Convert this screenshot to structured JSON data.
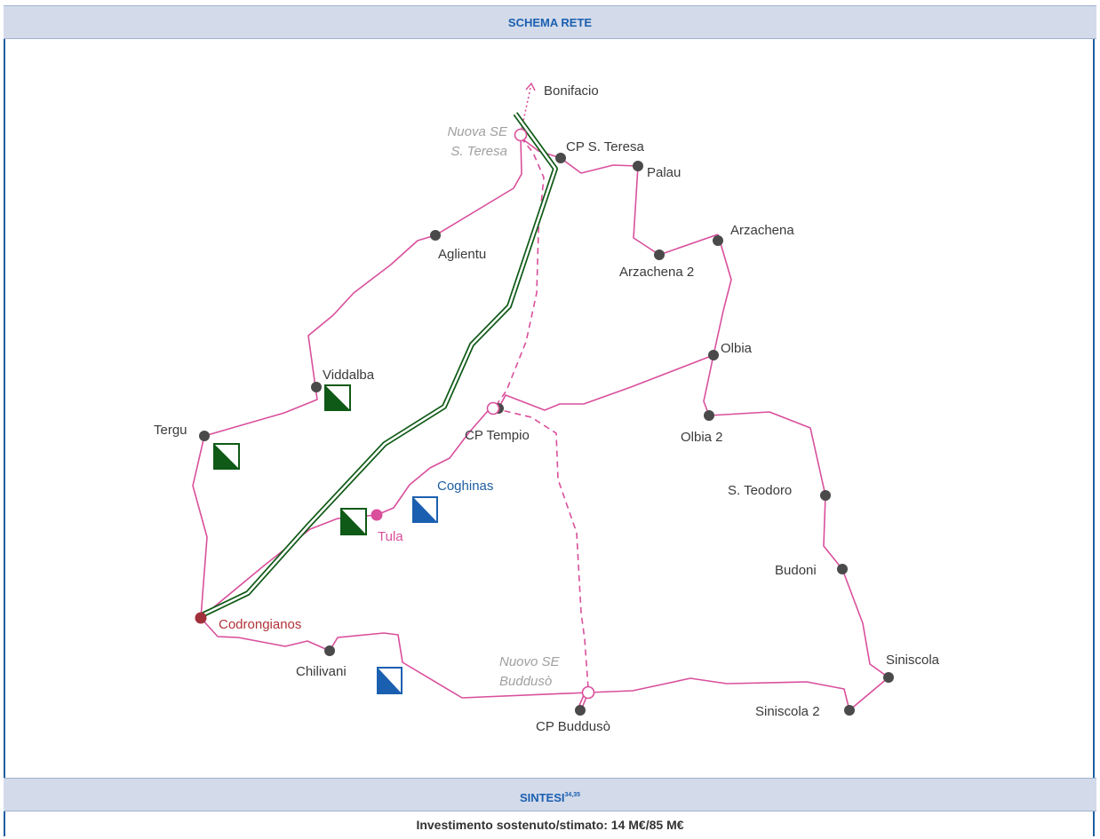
{
  "header": {
    "title": "SCHEMA RETE"
  },
  "summary_band": {
    "title": "SINTESI",
    "sup": "34,35"
  },
  "summary": {
    "text": "Investimento sostenuto/stimato: 14 M€/85 M€"
  },
  "colors": {
    "line": "#d94f9c",
    "node": "#4a4a4a",
    "hub": "#a0303a",
    "wind": "#0e5a16",
    "hydro": "#1b5fb0",
    "band": "#d3dbea"
  },
  "labels": {
    "bonifacio": "Bonifacio",
    "nuova_se": "Nuova SE",
    "s_teresa": "S. Teresa",
    "cp_s_teresa": "CP S. Teresa",
    "palau": "Palau",
    "arzachena": "Arzachena",
    "arzachena2": "Arzachena 2",
    "aglientu": "Aglientu",
    "viddalba": "Viddalba",
    "olbia": "Olbia",
    "olbia2": "Olbia 2",
    "tergu": "Tergu",
    "cp_tempio": "CP Tempio",
    "coghinas": "Coghinas",
    "s_teodoro": "S. Teodoro",
    "tula": "Tula",
    "budoni": "Budoni",
    "codrongianos": "Codrongianos",
    "chilivani": "Chilivani",
    "siniscola": "Siniscola",
    "nuovo_se": "Nuovo  SE",
    "budduso": "Buddusò",
    "siniscola2": "Siniscola 2",
    "cp_budduso": "CP Buddusò"
  }
}
